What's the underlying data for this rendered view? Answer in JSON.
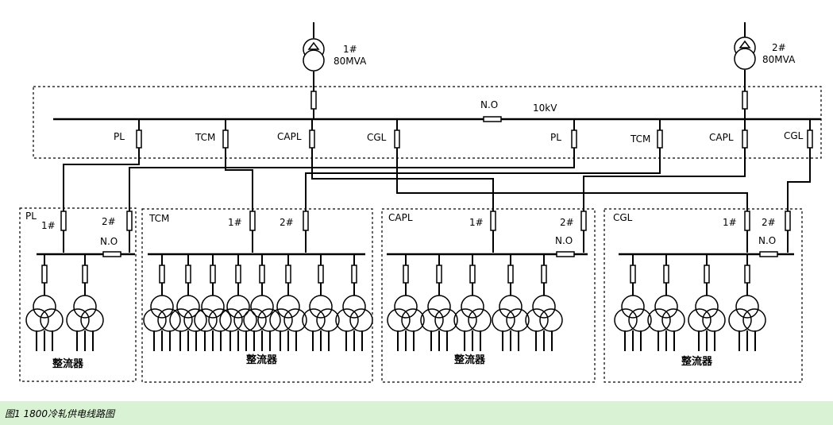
{
  "transformers": [
    {
      "id": "1#",
      "rating": "80MVA"
    },
    {
      "id": "2#",
      "rating": "80MVA"
    }
  ],
  "main_bus": {
    "voltage": "10kV",
    "tie": "N.O"
  },
  "feeders": [
    "PL",
    "TCM",
    "CAPL",
    "CGL",
    "PL",
    "TCM",
    "CAPL",
    "CGL"
  ],
  "substations": [
    {
      "name": "PL",
      "in1": "1#",
      "in2": "2#",
      "tie": "N.O",
      "load_label": "整流器"
    },
    {
      "name": "TCM",
      "in1": "1#",
      "in2": "2#",
      "tie": "",
      "load_label": "整流器"
    },
    {
      "name": "CAPL",
      "in1": "1#",
      "in2": "2#",
      "tie": "N.O",
      "load_label": "整流器"
    },
    {
      "name": "CGL",
      "in1": "1#",
      "in2": "2#",
      "tie": "N.O",
      "load_label": "整流器"
    }
  ],
  "caption": "图1   1800冷轧供电线路图",
  "colors": {
    "caption_bg": "#d9f2d3",
    "line": "#000000"
  }
}
